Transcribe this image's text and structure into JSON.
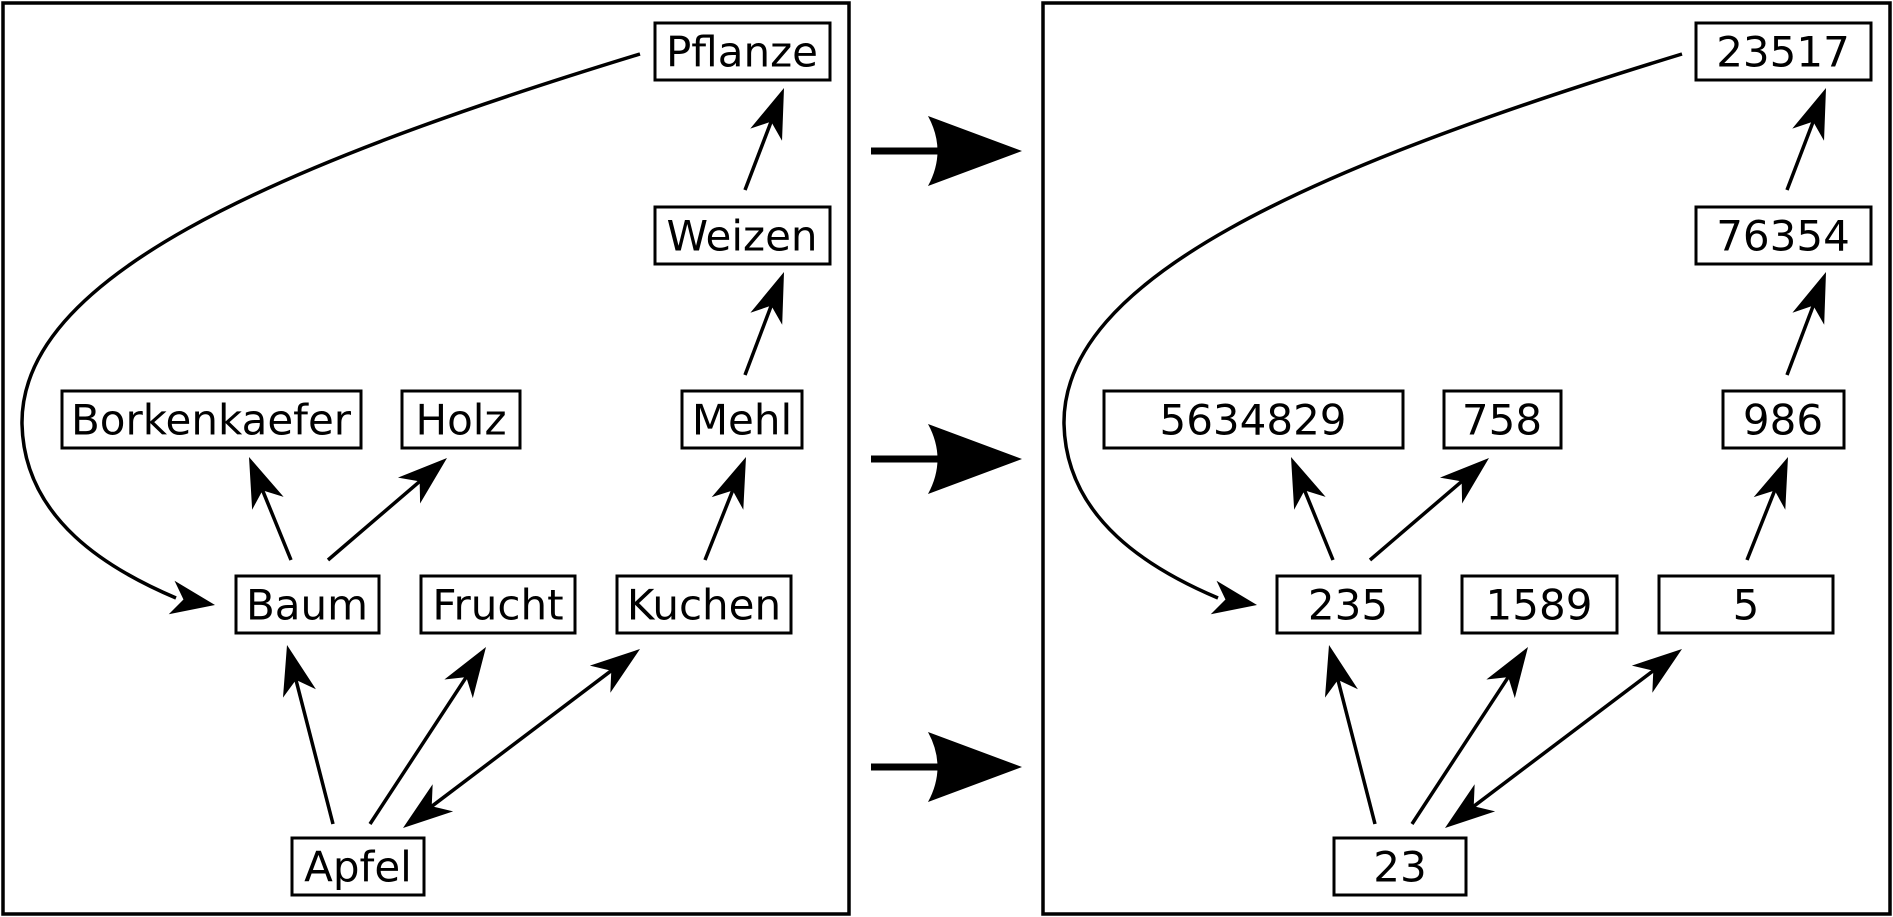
{
  "diagram_left": {
    "nodes": {
      "pflanze": "Pflanze",
      "weizen": "Weizen",
      "borkenkaefer": "Borkenkaefer",
      "holz": "Holz",
      "mehl": "Mehl",
      "baum": "Baum",
      "frucht": "Frucht",
      "kuchen": "Kuchen",
      "apfel": "Apfel"
    }
  },
  "diagram_right": {
    "nodes": {
      "pflanze": "23517",
      "weizen": "76354",
      "borkenkaefer": "5634829",
      "holz": "758",
      "mehl": "986",
      "baum": "235",
      "frucht": "1589",
      "kuchen": "5",
      "apfel": "23"
    }
  },
  "edges": [
    {
      "from": "apfel",
      "to": "baum"
    },
    {
      "from": "apfel",
      "to": "frucht"
    },
    {
      "from": "apfel",
      "to": "kuchen",
      "bidirectional": true
    },
    {
      "from": "baum",
      "to": "borkenkaefer"
    },
    {
      "from": "baum",
      "to": "holz"
    },
    {
      "from": "kuchen",
      "to": "mehl"
    },
    {
      "from": "mehl",
      "to": "weizen"
    },
    {
      "from": "weizen",
      "to": "pflanze"
    },
    {
      "from": "pflanze",
      "to": "baum",
      "curved": true
    }
  ],
  "mapping_arrows": 3
}
